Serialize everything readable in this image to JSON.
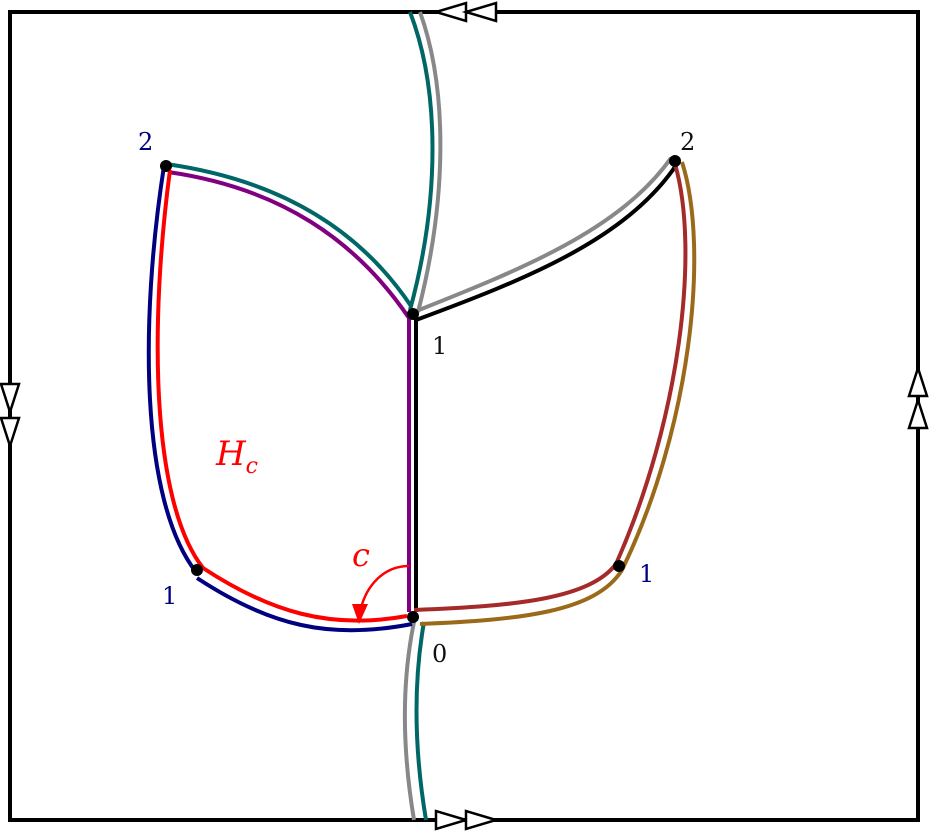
{
  "colors": {
    "frame": "#000000",
    "navy": "#000080",
    "red": "#ff0000",
    "purple": "#800080",
    "teal": "#006666",
    "gray": "#888888",
    "black": "#000000",
    "brown": "#a52a2a",
    "gold": "#9a6a1a",
    "label_dark": "#111111"
  },
  "labels": {
    "left_top_vertex": "2",
    "right_top_vertex": "2",
    "center_top_vertex": "1",
    "center_bottom_vertex": "0",
    "left_bottom_vertex": "1",
    "right_bottom_vertex": "1",
    "region": "H",
    "region_subscript": "c",
    "curve": "c"
  }
}
